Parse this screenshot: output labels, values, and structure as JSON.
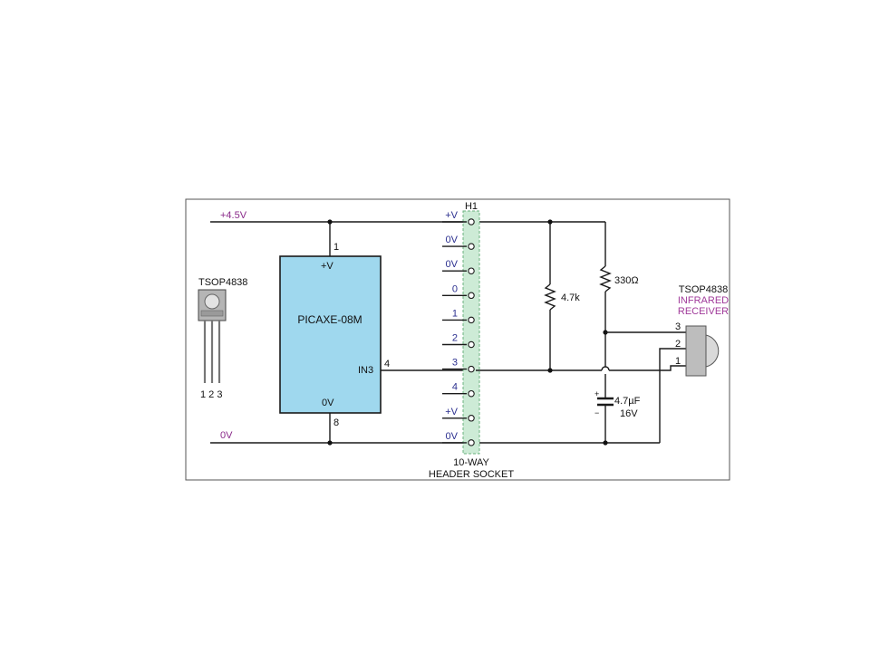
{
  "rails": {
    "positive": "+4.5V",
    "ground": "0V"
  },
  "chip": {
    "name": "PICAXE-08M",
    "pin_top": "1",
    "pin_top_label": "+V",
    "pin_bottom": "8",
    "pin_bottom_label": "0V",
    "pin_right": "4",
    "pin_right_label": "IN3"
  },
  "header": {
    "ref": "H1",
    "caption_line1": "10-WAY",
    "caption_line2": "HEADER SOCKET",
    "pins": [
      "+V",
      "0V",
      "0V",
      "0",
      "1",
      "2",
      "3",
      "4",
      "+V",
      "0V"
    ]
  },
  "resistors": {
    "r1": "4.7k",
    "r2": "330Ω"
  },
  "capacitor": {
    "value": "4.7µF",
    "voltage": "16V",
    "plus": "+",
    "minus": "−"
  },
  "receiver": {
    "part": "TSOP4838",
    "desc_line1": "INFRARED",
    "desc_line2": "RECEIVER",
    "pins": [
      "3",
      "2",
      "1"
    ]
  },
  "package": {
    "part": "TSOP4838",
    "pins": "1 2 3"
  },
  "colors": {
    "rail_label": "#8a2a8a",
    "chip_fill": "#9fd8ee",
    "header_fill": "#cdebd6",
    "header_pin_label": "#2b2f8f",
    "receiver_label": "#a03a9a"
  }
}
